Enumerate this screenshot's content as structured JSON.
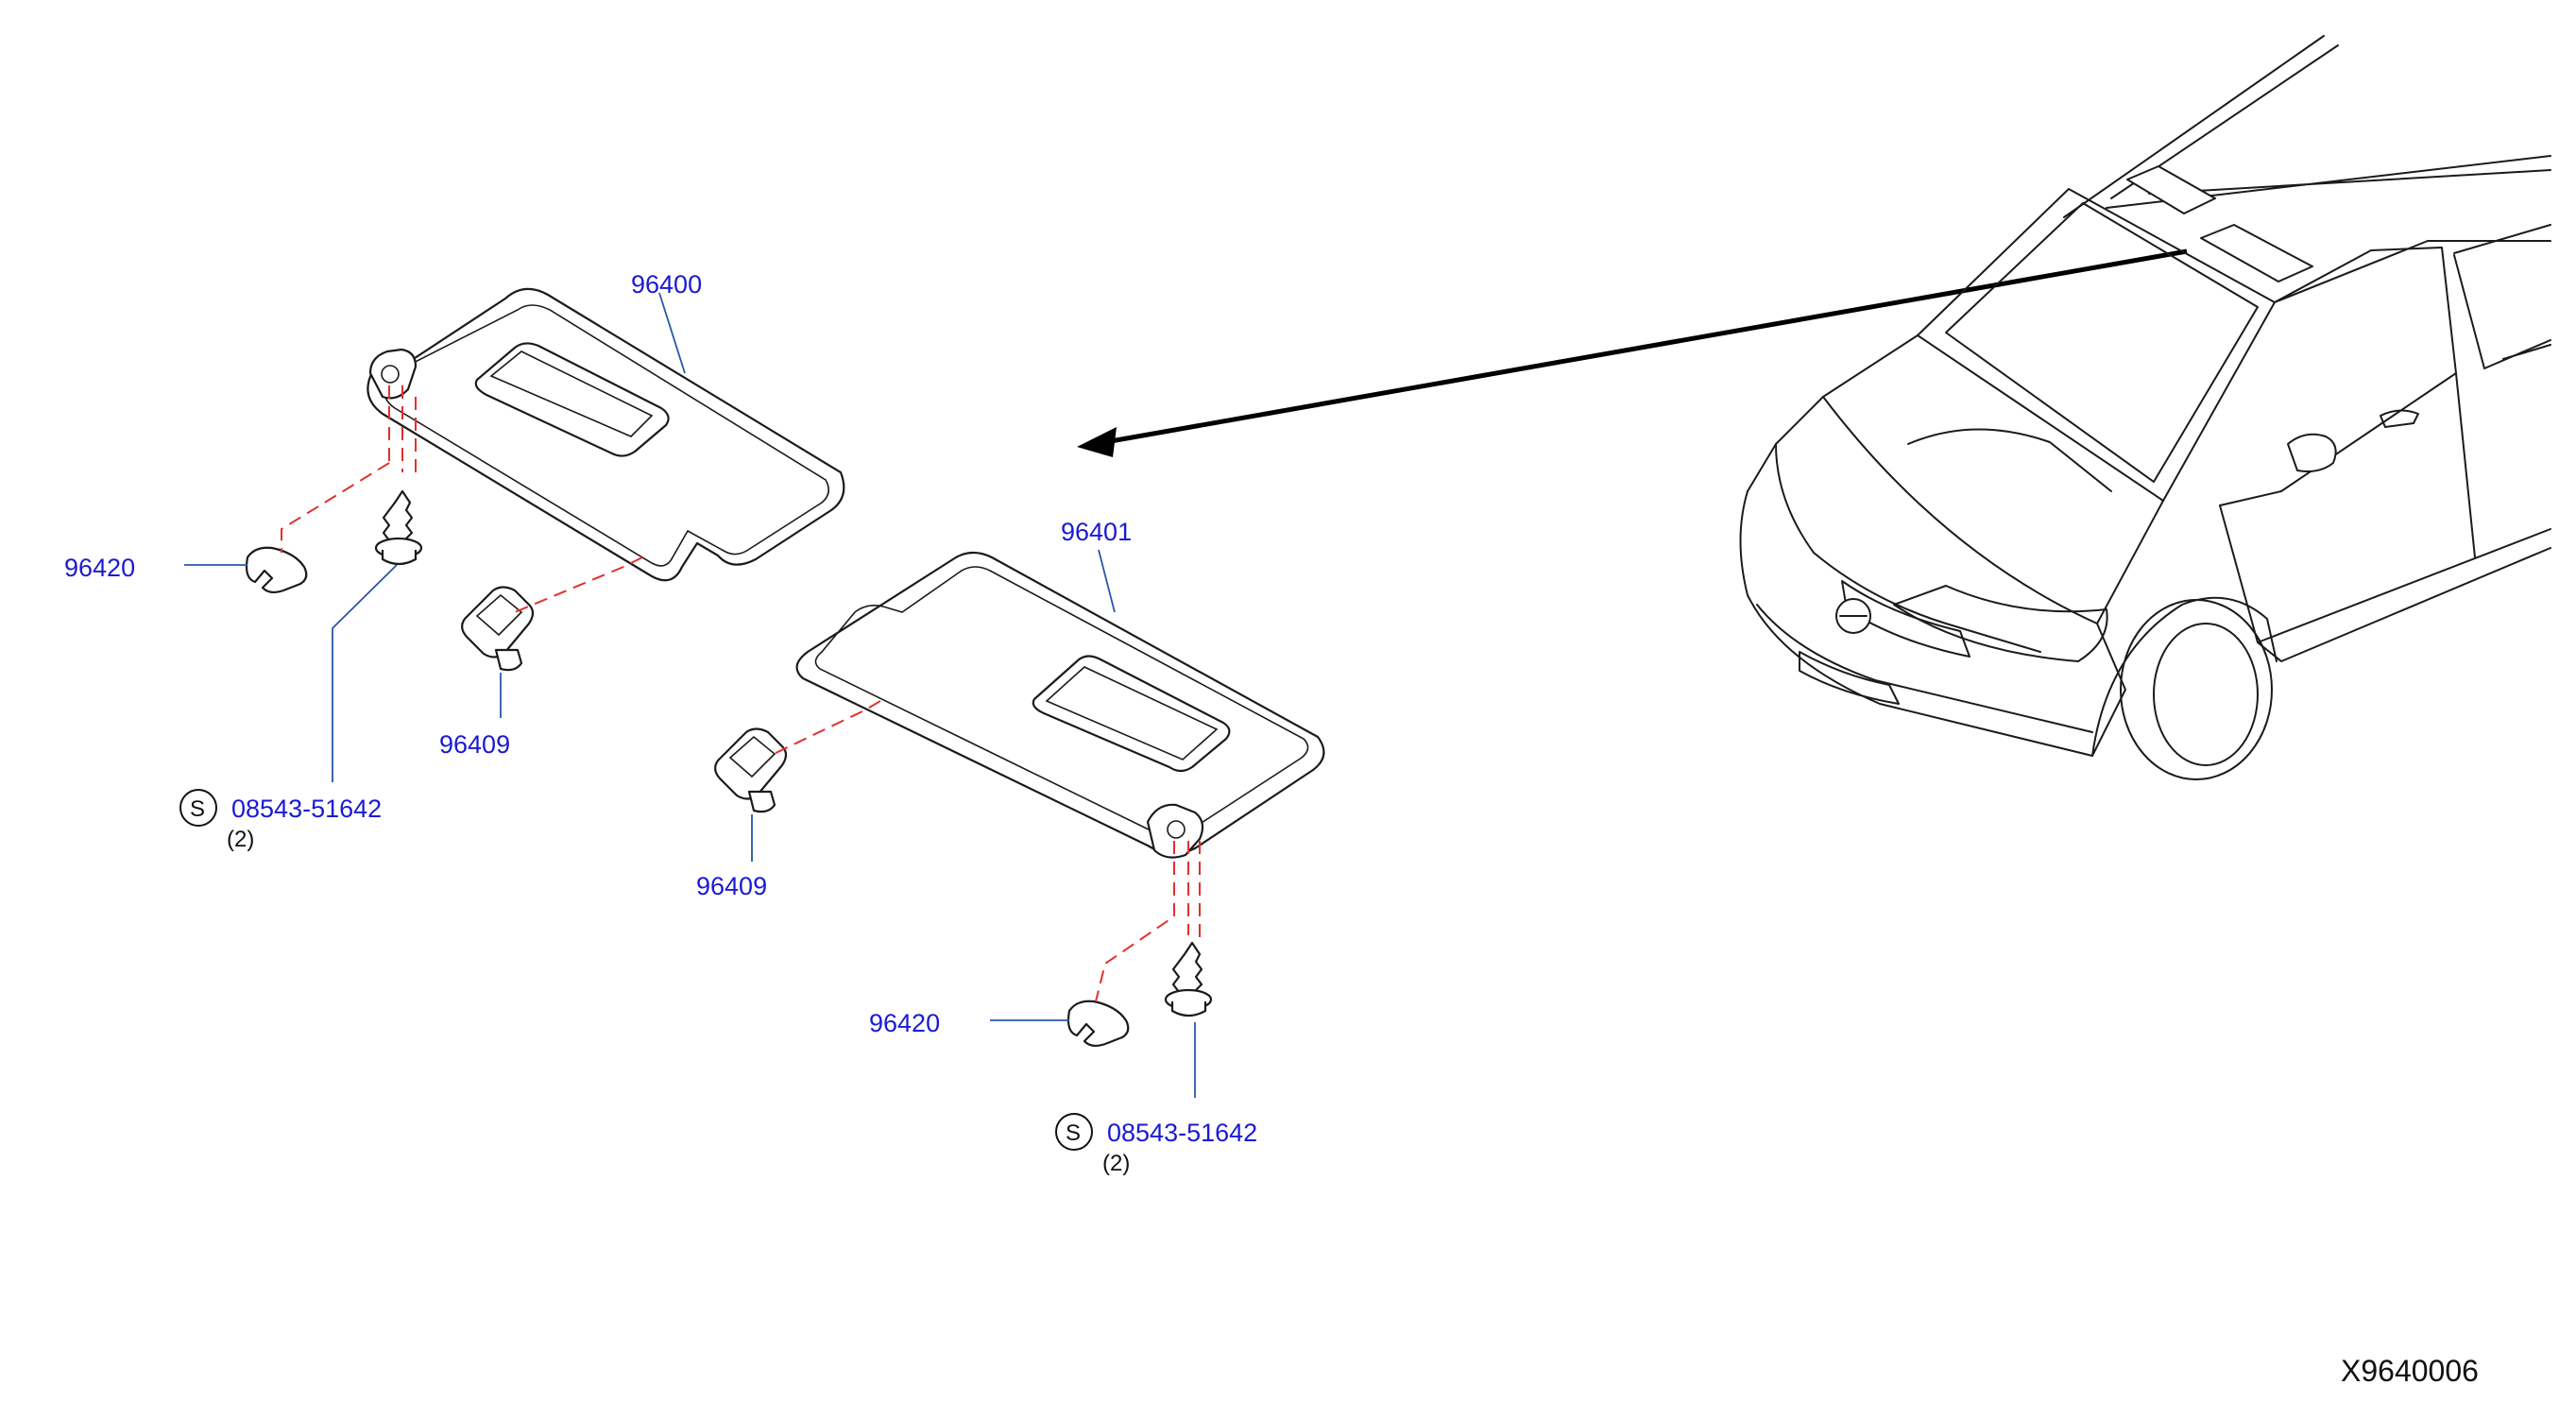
{
  "labels": {
    "visor_left": "96400",
    "visor_right": "96401",
    "holder_left": "96409",
    "holder_right": "96409",
    "cover_left": "96420",
    "cover_right": "96420",
    "screw_left": "08543-51642",
    "screw_right": "08543-51642",
    "screw_left_qty": "(2)",
    "screw_right_qty": "(2)",
    "screw_symbol": "S"
  },
  "diagram_code": "X9640006",
  "colors": {
    "label": "#1a1ad6",
    "leader": "#2a58a8",
    "dashed_guide": "#e23030",
    "outline": "#1b1b1b"
  }
}
